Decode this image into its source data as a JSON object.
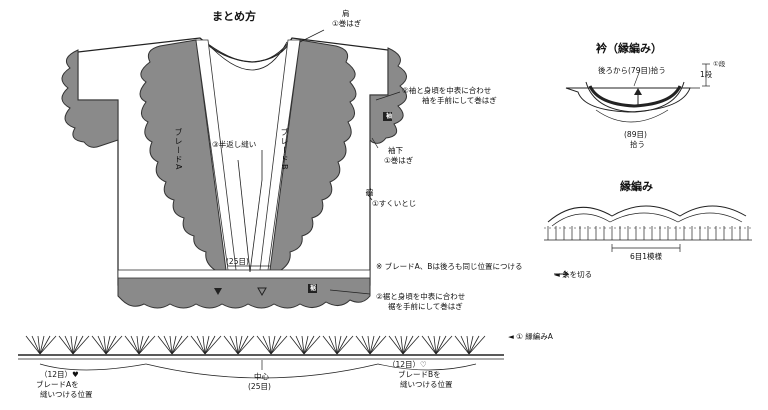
{
  "titles": {
    "assembly": "まとめ方",
    "collar": "衿（縁編み）",
    "edging": "縁編み"
  },
  "main": {
    "shoulder": [
      "肩",
      "①巻はぎ"
    ],
    "sleeve_join": [
      "②袖と身頃を中表に合わせ",
      "袖を手前にして巻はぎ"
    ],
    "side_sleeve": [
      "袖下",
      "①巻はぎ"
    ],
    "side": [
      "脇",
      "①すくいとじ"
    ],
    "braid_a": "ブレードA",
    "braid_b": "ブレードB",
    "back_stitch": "③半返し縫い",
    "center_count": "(25目)",
    "braid_note": "※ ブレードA、Bは後ろも同じ位置につける",
    "hem_join": [
      "②裾と身頃を中表に合わせ",
      "裾を手前にして巻はぎ"
    ],
    "sleeve_mark": "袖",
    "hem_mark": "裾"
  },
  "collar": {
    "pickup": "後ろから(79目)拾う",
    "rows": "1段",
    "rows_side": "①段",
    "bottom": [
      "(89目)",
      "拾う"
    ]
  },
  "edging": {
    "repeat": "6目1模様",
    "cut": "◄ 糸を切る"
  },
  "bottom": {
    "label": "◄ ① 縁編みA",
    "left_count": "（12目）♥",
    "left_note": [
      "ブレードAを",
      "縫いつける位置"
    ],
    "center_label": "中心",
    "center_count": "(25目)",
    "right_count": "（12目）♡",
    "right_note": [
      "ブレードBを",
      "縫いつける位置"
    ]
  }
}
